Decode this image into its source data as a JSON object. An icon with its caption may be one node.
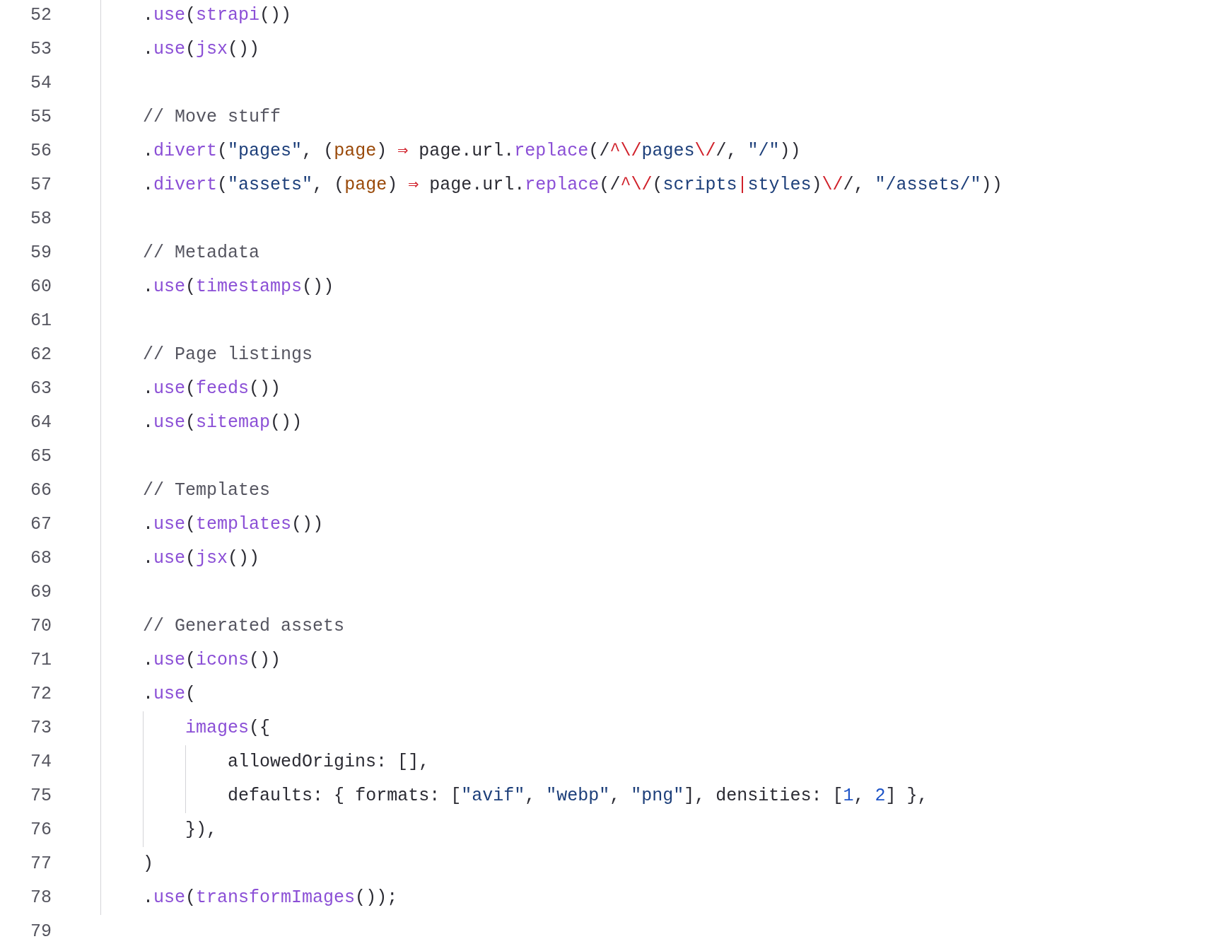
{
  "diagram": {
    "labels": [
      "52",
      "    .use(strapi())",
      "53",
      "    .use(jsx())",
      "54",
      "55",
      "    // Move stuff",
      "56",
      "    .divert(\"pages\", (page) ⇒ page.url.replace(/^\\/pages\\//, \"/\"))",
      "57",
      "    .divert(\"assets\", (page) ⇒ page.url.replace(/^\\/(scripts|styles)\\//, \"/assets/\"))",
      "58",
      "59",
      "    // Metadata",
      "60",
      "    .use(timestamps())",
      "61",
      "62",
      "    // Page listings",
      "63",
      "    .use(feeds())",
      "64",
      "    .use(sitemap())",
      "65",
      "66",
      "    // Templates",
      "67",
      "    .use(templates())",
      "68",
      "    .use(jsx())",
      "69",
      "70",
      "    // Generated assets",
      "71",
      "    .use(icons())",
      "72",
      "    .use(",
      "73",
      "        images({",
      "74",
      "            allowedOrigins: [],",
      "75",
      "            defaults: { formats: [\"avif\", \"webp\", \"png\"], densities: [1, 2] },",
      "76",
      "        }),",
      "77",
      "    )",
      "78",
      "    .use(transformImages());",
      "79"
    ]
  }
}
